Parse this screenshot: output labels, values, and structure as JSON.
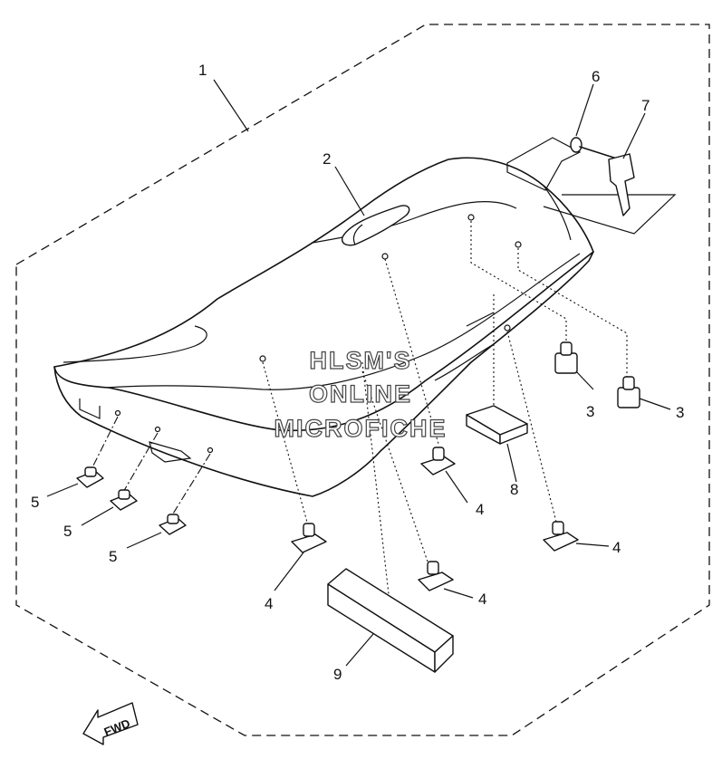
{
  "diagram": {
    "callouts": [
      {
        "id": "1",
        "label": "1"
      },
      {
        "id": "2",
        "label": "2"
      },
      {
        "id": "3a",
        "label": "3"
      },
      {
        "id": "3b",
        "label": "3"
      },
      {
        "id": "4a",
        "label": "4"
      },
      {
        "id": "4b",
        "label": "4"
      },
      {
        "id": "4c",
        "label": "4"
      },
      {
        "id": "4d",
        "label": "4"
      },
      {
        "id": "5a",
        "label": "5"
      },
      {
        "id": "5b",
        "label": "5"
      },
      {
        "id": "5c",
        "label": "5"
      },
      {
        "id": "6",
        "label": "6"
      },
      {
        "id": "7",
        "label": "7"
      },
      {
        "id": "8",
        "label": "8"
      },
      {
        "id": "9",
        "label": "9"
      }
    ],
    "watermark": {
      "line1": "HLSM'S",
      "line2": "ONLINE",
      "line3": "MICROFICHE"
    },
    "direction_arrow": {
      "label": "FWD",
      "icon": "fwd-arrow-icon"
    }
  }
}
